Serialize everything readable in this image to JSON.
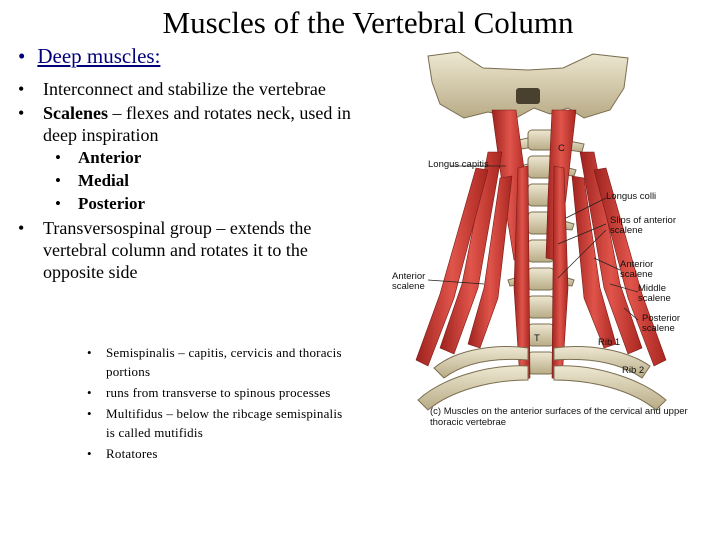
{
  "title": "Muscles of the Vertebral Column",
  "heading": "Deep muscles:",
  "bullets": [
    {
      "text": "Interconnect and stabilize the vertebrae"
    },
    {
      "bold": "Scalenes",
      "rest": " – flexes and rotates neck, used in deep inspiration",
      "sub": [
        "Anterior",
        "Medial",
        "Posterior"
      ]
    },
    {
      "text": "Transversospinal group – extends the vertebral column and rotates it to the opposite side"
    }
  ],
  "sub_bullets": [
    "Semispinalis – capitis, cervicis and thoracis portions",
    "runs from transverse to spinous processes",
    "Multifidus – below the ribcage semispinalis is called mutifidis",
    "Rotatores"
  ],
  "figure": {
    "labels": {
      "longus_capitis": "Longus capitis",
      "longus_colli": "Longus colli",
      "slips": "Slips of anterior scalene",
      "anterior_scalene_right": "Anterior scalene",
      "anterior_scalene_left": "Anterior scalene",
      "middle_scalene": "Middle scalene",
      "posterior_scalene": "Posterior scalene",
      "rib1": "Rib 1",
      "rib2": "Rib 2",
      "c1": "C",
      "t1": "T",
      "caption": "(c) Muscles on the anterior surfaces of the cervical and upper thoracic vertebrae"
    },
    "colors": {
      "muscle": "#c8342e",
      "muscle_light": "#e06a5c",
      "bone": "#d9d2b6",
      "bone_shade": "#a89a78"
    }
  }
}
